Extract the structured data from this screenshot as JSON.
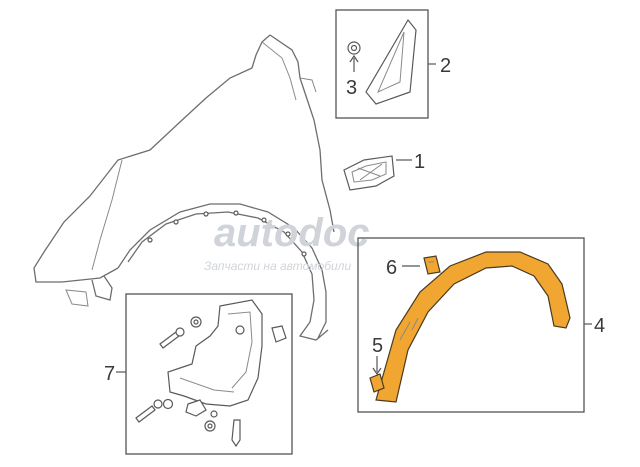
{
  "callouts": {
    "c1": "1",
    "c2": "2",
    "c3": "3",
    "c4": "4",
    "c5": "5",
    "c6": "6",
    "c7": "7"
  },
  "watermark": {
    "logo": "autodoc",
    "tagline": "Запчасти на автомобили"
  },
  "colors": {
    "highlight": "#f0a630",
    "linework": "#6e6e6e",
    "watermark": "#d0d4da"
  }
}
